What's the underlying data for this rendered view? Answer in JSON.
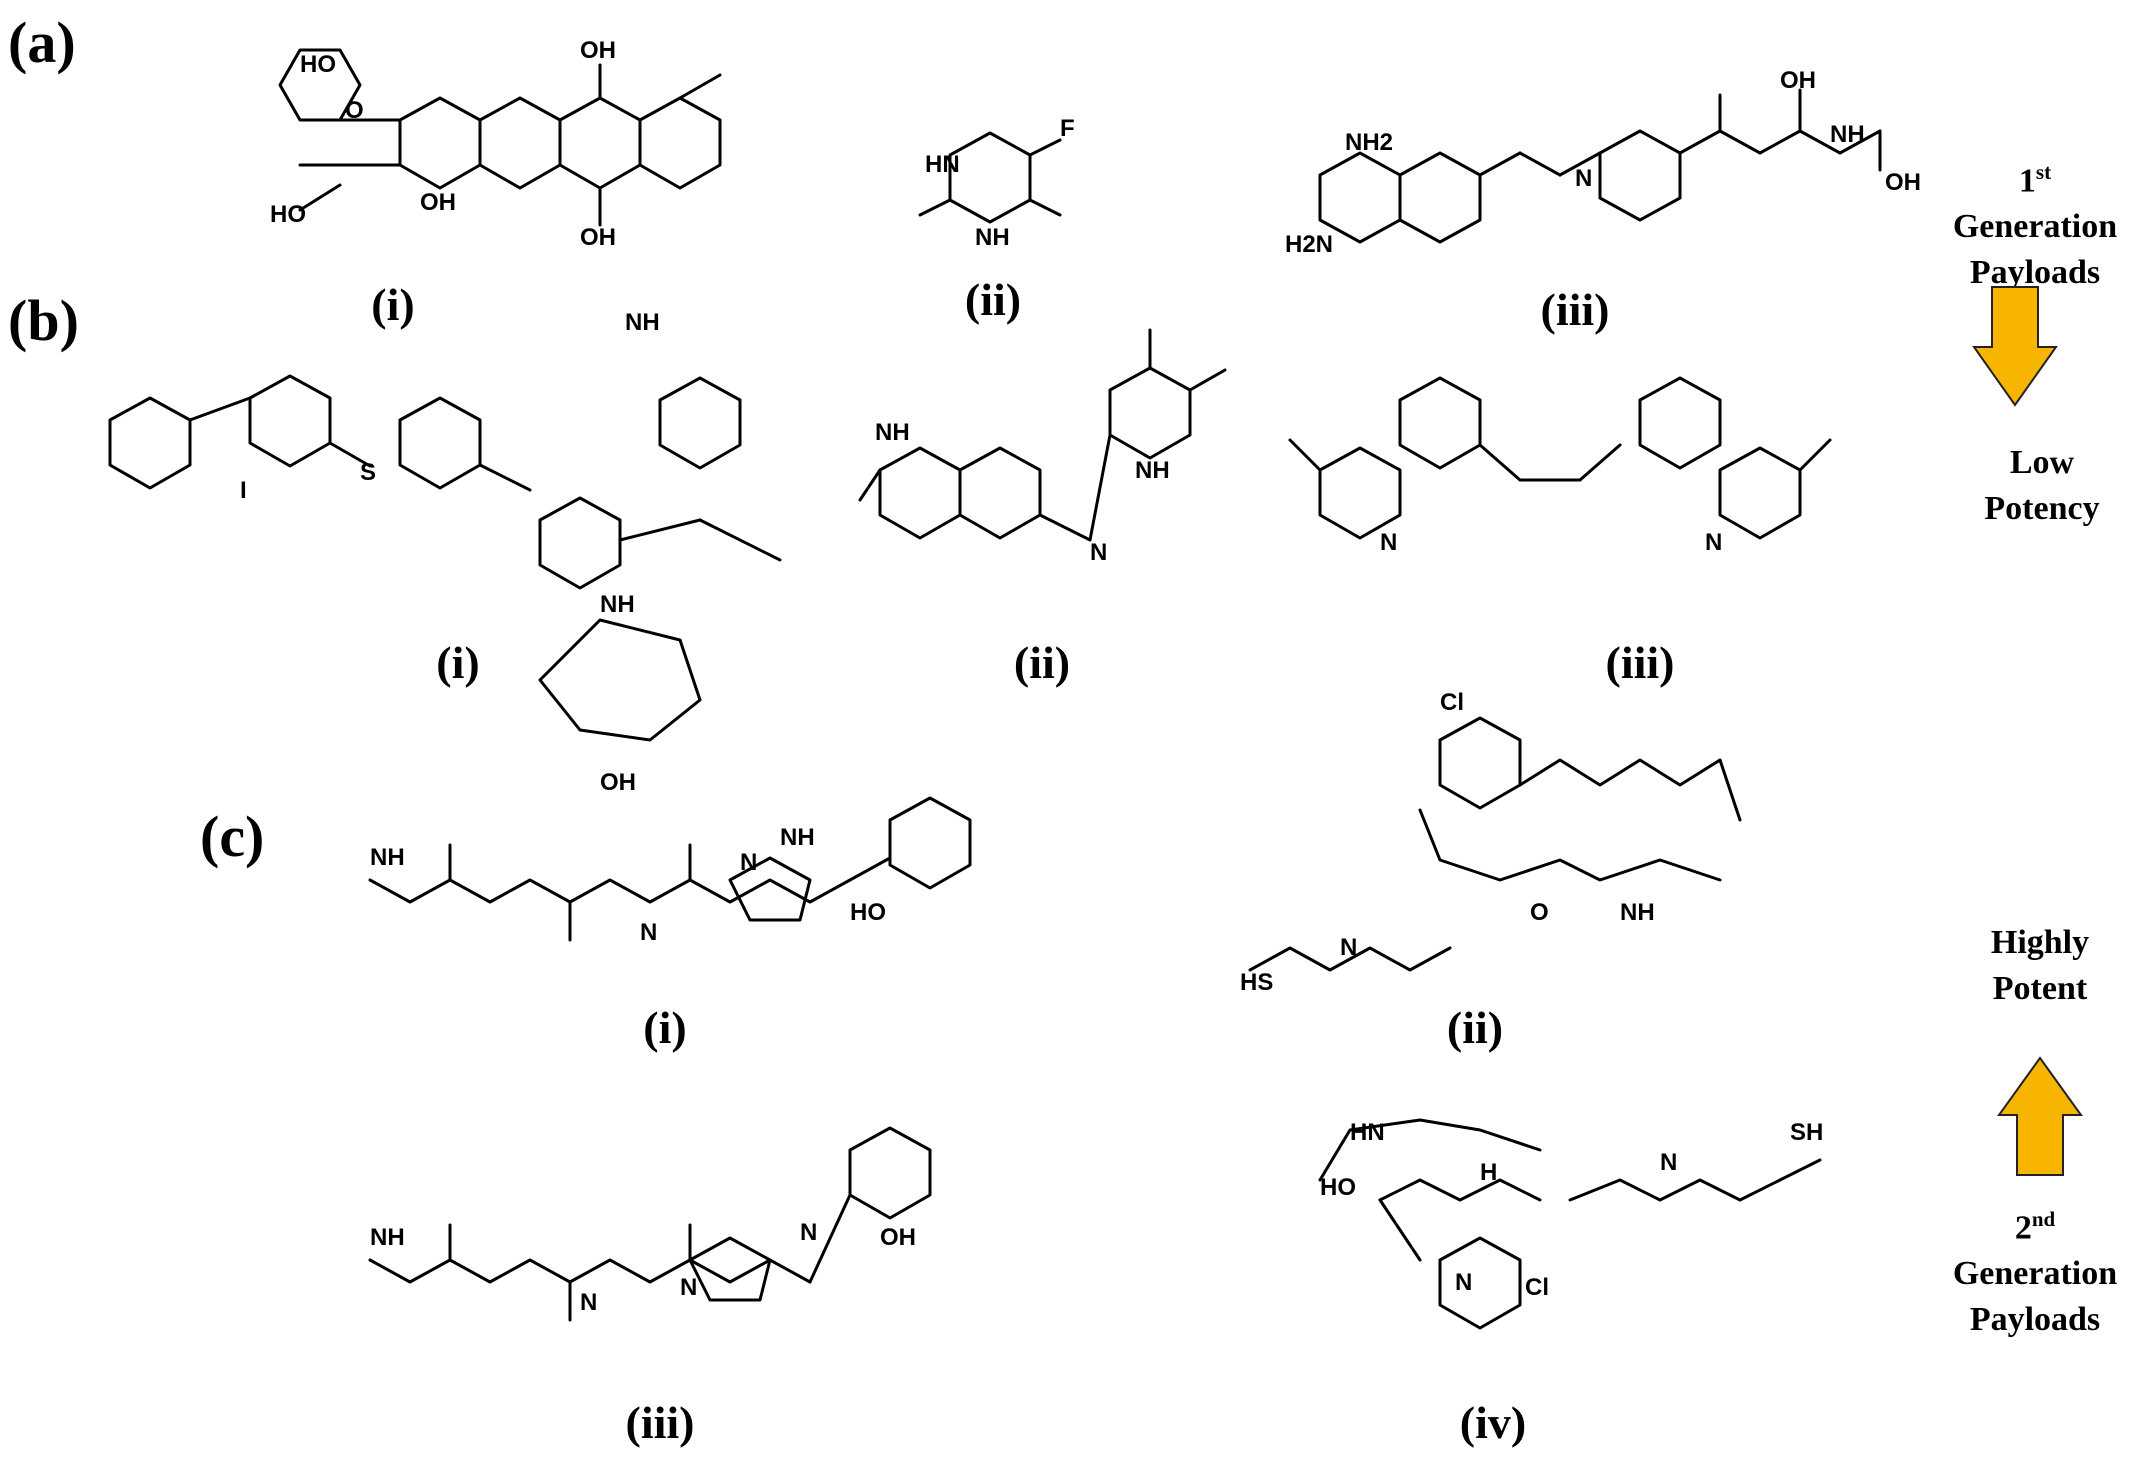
{
  "panels": {
    "a": {
      "letter": "(a)",
      "labels": [
        "(i)",
        "(ii)",
        "(iii)"
      ]
    },
    "b": {
      "letter": "(b)",
      "labels": [
        "(i)",
        "(ii)",
        "(iii)"
      ]
    },
    "c": {
      "letter": "(c)",
      "labels": [
        "(i)",
        "(ii)",
        "(iii)",
        "(iv)"
      ]
    }
  },
  "side": {
    "first_gen_pre": "1",
    "first_gen_sup": "st",
    "first_gen_post": " Generation",
    "first_gen_line2": "Payloads",
    "low_line1": "Low",
    "low_line2": "Potency",
    "high_line1": "Highly",
    "high_line2": "Potent",
    "second_gen_pre": "2",
    "second_gen_sup": "nd",
    "second_gen_post": " Generation",
    "second_gen_line2": "Payloads",
    "arrow_color": "#F7B500"
  },
  "atoms": {
    "ho": "HO",
    "oh": "OH",
    "o": "O",
    "n": "N",
    "nh": "NH",
    "hn": "HN",
    "h": "H",
    "f": "F",
    "i": "I",
    "s": "S",
    "cl": "Cl",
    "sh": "SH",
    "hs": "HS",
    "nh2": "NH2",
    "h2n": "H2N"
  }
}
